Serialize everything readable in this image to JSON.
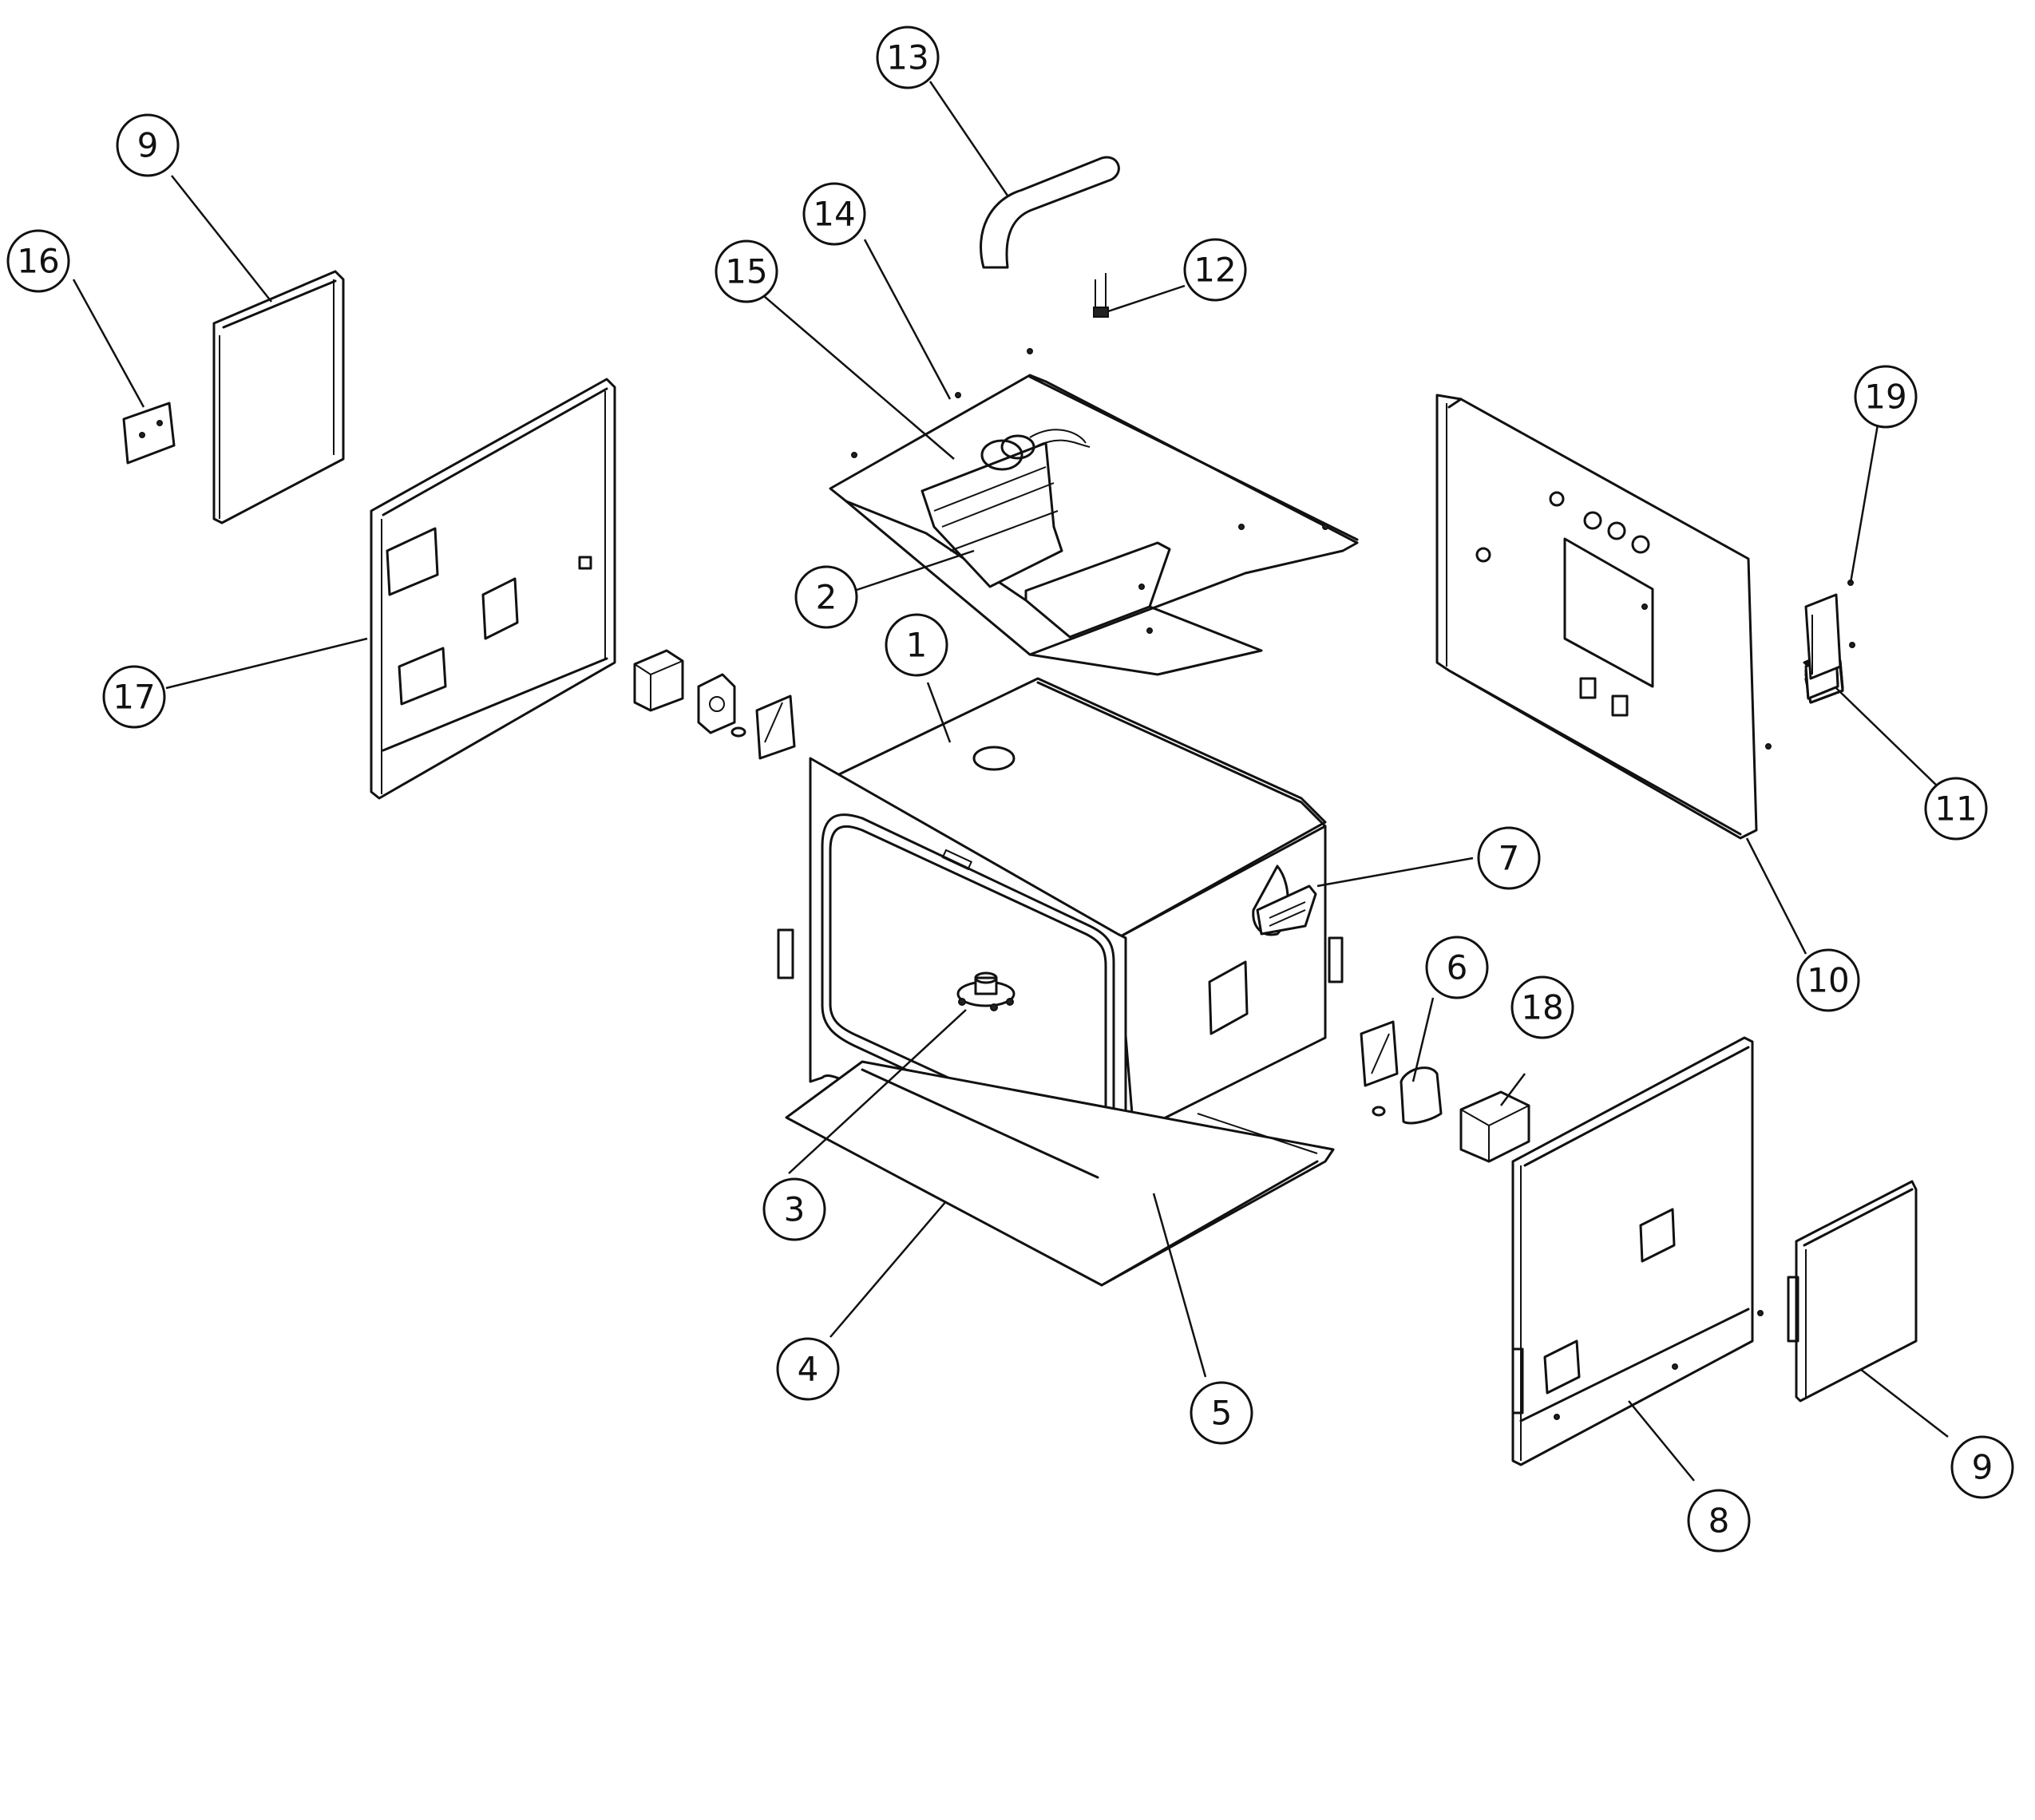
{
  "callouts": [
    {
      "id": "c13",
      "label": "13"
    },
    {
      "id": "c9a",
      "label": "9"
    },
    {
      "id": "c16",
      "label": "16"
    },
    {
      "id": "c14",
      "label": "14"
    },
    {
      "id": "c15",
      "label": "15"
    },
    {
      "id": "c12",
      "label": "12"
    },
    {
      "id": "c19",
      "label": "19"
    },
    {
      "id": "c2",
      "label": "2"
    },
    {
      "id": "c1",
      "label": "1"
    },
    {
      "id": "c17",
      "label": "17"
    },
    {
      "id": "c11",
      "label": "11"
    },
    {
      "id": "c7",
      "label": "7"
    },
    {
      "id": "c10",
      "label": "10"
    },
    {
      "id": "c6",
      "label": "6"
    },
    {
      "id": "c18",
      "label": "18"
    },
    {
      "id": "c3",
      "label": "3"
    },
    {
      "id": "c4",
      "label": "4"
    },
    {
      "id": "c5",
      "label": "5"
    },
    {
      "id": "c9b",
      "label": "9"
    },
    {
      "id": "c8",
      "label": "8"
    }
  ]
}
